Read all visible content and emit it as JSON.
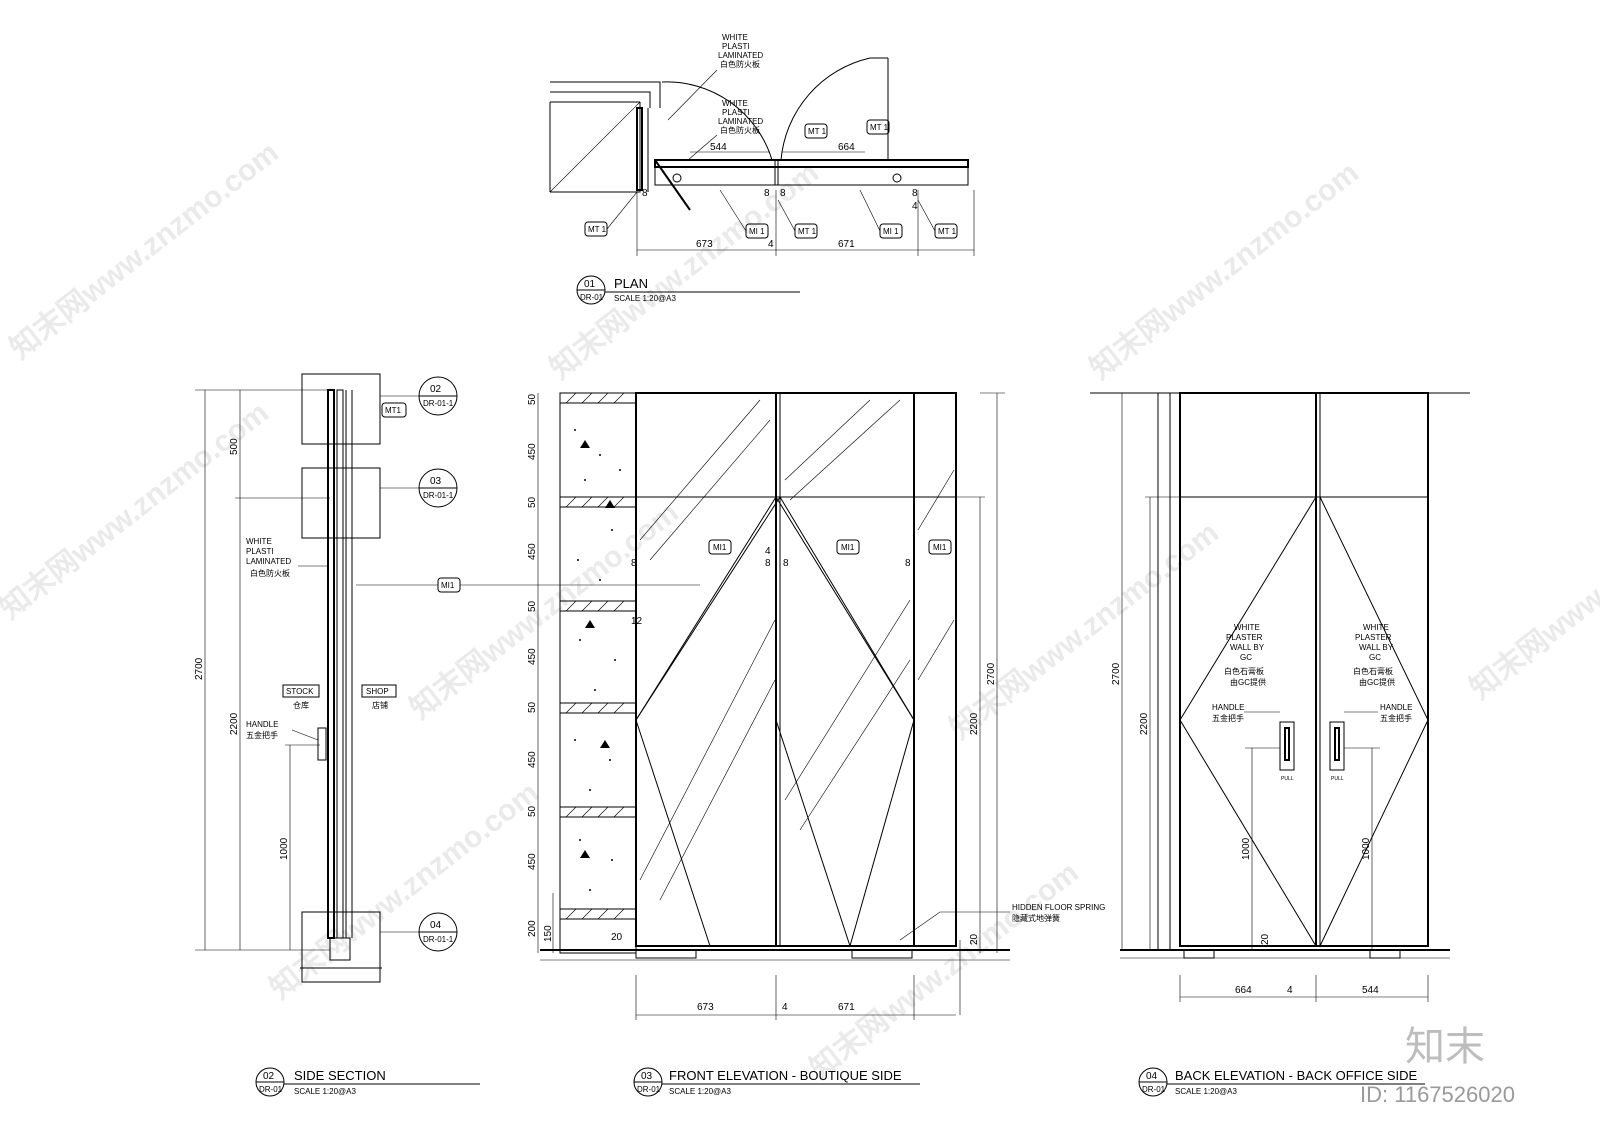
{
  "plan": {
    "num": "01",
    "ref": "DR-01",
    "title": "PLAN",
    "scale": "SCALE  1:20@A3",
    "notes": [
      "WHITE PLASTI LAMINATED 白色防火板",
      "WHITE PLASTI LAMINATED 白色防火板"
    ],
    "tags": [
      "MT 1",
      "MT 1",
      "MT 1",
      "MI 1",
      "MT 1",
      "MI 1",
      "MT 1"
    ],
    "dims": [
      "544",
      "664",
      "673",
      "671",
      "4",
      "8",
      "8",
      "8",
      "8",
      "4"
    ]
  },
  "side_section": {
    "num": "02",
    "ref": "DR-01",
    "title": "SIDE SECTION",
    "scale": "SCALE  1:20@A3",
    "callouts": [
      {
        "num": "02",
        "ref": "DR-01-1"
      },
      {
        "num": "03",
        "ref": "DR-01-1"
      },
      {
        "num": "04",
        "ref": "DR-01-1"
      }
    ],
    "tags": [
      "MT1",
      "MI1"
    ],
    "note_laminate": "WHITE PLASTI LAMINATED",
    "note_laminate_cn": "白色防火板",
    "stock": "STOCK",
    "stock_cn": "仓库",
    "shop": "SHOP",
    "shop_cn": "店铺",
    "handle": "HANDLE",
    "handle_cn": "五金把手",
    "dims": [
      "2700",
      "500",
      "2200",
      "1000"
    ]
  },
  "front_elevation": {
    "num": "03",
    "ref": "DR-01",
    "title": "FRONT ELEVATION - BOUTIQUE SIDE",
    "scale": "SCALE  1:20@A3",
    "tags": [
      "MI1",
      "MI1",
      "MI1"
    ],
    "floor_spring": "HIDDEN FLOOR SPRING",
    "floor_spring_cn": "隐藏式地弹簧",
    "dims_left": [
      "50",
      "450",
      "50",
      "450",
      "50",
      "450",
      "50",
      "450",
      "50",
      "450",
      "200",
      "150"
    ],
    "dims_right": [
      "2700",
      "2200",
      "20"
    ],
    "dims_bottom": [
      "673",
      "4",
      "671"
    ],
    "dims_misc": [
      "4",
      "8",
      "8",
      "8",
      "8",
      "12",
      "20"
    ]
  },
  "back_elevation": {
    "num": "04",
    "ref": "DR-01",
    "title": "BACK ELEVATION - BACK OFFICE SIDE",
    "scale": "SCALE  1:20@A3",
    "wall_note": "WHITE PLASTER WALL BY GC",
    "wall_note_cn": "白色石膏板 由GC提供",
    "handle": "HANDLE",
    "handle_cn": "五金把手",
    "pull": "PULL",
    "dims_left": [
      "2700",
      "2200"
    ],
    "dims_handle": [
      "1000",
      "1000",
      "20"
    ],
    "dims_bottom": [
      "664",
      "4",
      "544"
    ]
  },
  "watermark": "知末网www.znzmo.com",
  "brand": "知末",
  "image_id": "ID: 1167526020"
}
